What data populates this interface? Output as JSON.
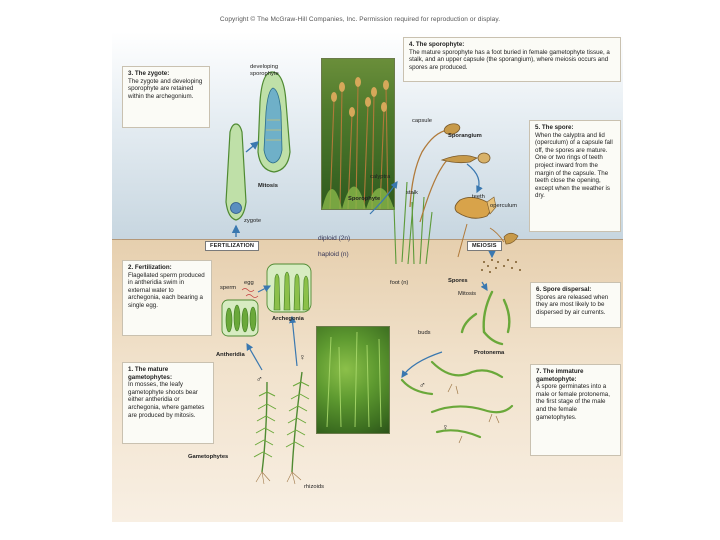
{
  "copyright": "Copyright © The McGraw-Hill Companies, Inc. Permission required for reproduction or display.",
  "steps": [
    {
      "id": "sporophyte",
      "head": "4. The sporophyte:",
      "body": "The mature sporophyte has a foot buried in female gametophyte tissue, a stalk, and an upper capsule (the sporangium), where meiosis occurs and spores are produced."
    },
    {
      "id": "zygote",
      "head": "3. The zygote:",
      "body": "The zygote and developing sporophyte are retained within the archegonium."
    },
    {
      "id": "spore",
      "head": "5. The spore:",
      "body": "When the calyptra and lid (operculum) of a capsule fall off, the spores are mature. One or two rings of teeth project inward from the margin of the capsule. The teeth close the opening, except when the weather is dry."
    },
    {
      "id": "fertilization",
      "head": "2. Fertilization:",
      "body": "Flagellated sperm produced in antheridia swim in external water to archegonia, each bearing a single egg."
    },
    {
      "id": "dispersal",
      "head": "6. Spore dispersal:",
      "body": "Spores are released when they are most likely to be dispersed by air currents."
    },
    {
      "id": "gametophytes",
      "head": "1. The mature gametophytes:",
      "body": "In mosses, the leafy gametophyte shoots bear either antheridia or archegonia, where gametes are produced by mitosis."
    },
    {
      "id": "immature",
      "head": "7. The immature gametophyte:",
      "body": "A spore germinates into a male or female protonema, the first stage of the male and the female gametophytes."
    }
  ],
  "tags": {
    "fertilization": "FERTILIZATION",
    "meiosis": "MEIOSIS"
  },
  "ploidy": {
    "diploid": "diploid (2n)",
    "haploid": "haploid (n)"
  },
  "labels": {
    "developing_sporophyte": "developing\nsporophyte",
    "mitosis": "Mitosis",
    "zygote": "zygote",
    "capsule": "capsule",
    "sporangium": "Sporangium",
    "calyptra": "calyptra",
    "stalk": "stalk",
    "sporophyte": "Sporophyte",
    "teeth": "teeth",
    "operculum": "operculum",
    "foot": "foot (n)",
    "spores": "Spores",
    "mitosis2": "Mitosis",
    "sperm": "sperm",
    "egg": "egg",
    "archegonia": "Archegonia",
    "antheridia": "Antheridia",
    "buds": "buds",
    "protonema": "Protonema",
    "male": "♂",
    "female": "♀",
    "male2": "♂",
    "female2": "♀",
    "gametophytes": "Gametophytes",
    "rhizoids": "rhizoids"
  },
  "colors": {
    "top_band": "#c7d6e0",
    "bottom_band": "#e6cfae",
    "plant_green": "#5d9a3a",
    "arrow_blue": "#3a78b0",
    "capsule_brown": "#c79a4a"
  }
}
